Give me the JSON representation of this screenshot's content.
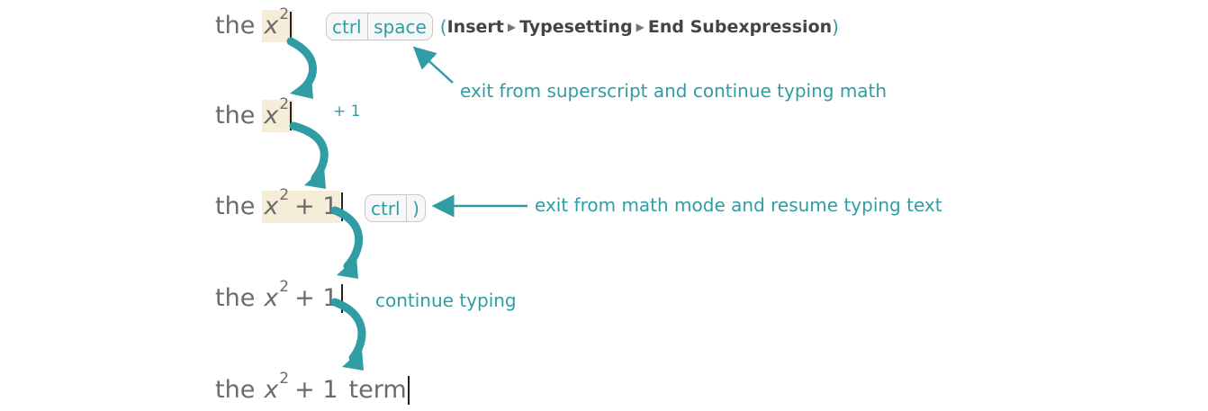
{
  "lines": [
    {
      "word": "the",
      "var": "x",
      "sup": "2",
      "rest": "",
      "after": ""
    },
    {
      "word": "the",
      "var": "x",
      "sup": "2",
      "rest": "",
      "after": ""
    },
    {
      "word": "the",
      "var": "x",
      "sup": "2",
      "rest": "+ 1",
      "after": ""
    },
    {
      "word": "the",
      "var": "x",
      "sup": "2",
      "rest": "+ 1",
      "after": ""
    },
    {
      "word": "the",
      "var": "x",
      "sup": "2",
      "rest": "+ 1",
      "after": "term"
    }
  ],
  "step1": {
    "key1": "ctrl",
    "key2": "space",
    "open_paren": "(",
    "menu1": "Insert",
    "menu2": "Typesetting",
    "menu3": "End Subexpression",
    "close_paren": ")",
    "note": "exit from superscript and continue typing math"
  },
  "step2": {
    "typed": "+ 1"
  },
  "step3": {
    "key1": "ctrl",
    "key2": ")",
    "note": "exit from math mode and resume typing text"
  },
  "step4": {
    "note": "continue typing"
  },
  "colors": {
    "accent": "#2f9da3",
    "highlight": "#f6edd9",
    "text": "#6b6b6b"
  }
}
